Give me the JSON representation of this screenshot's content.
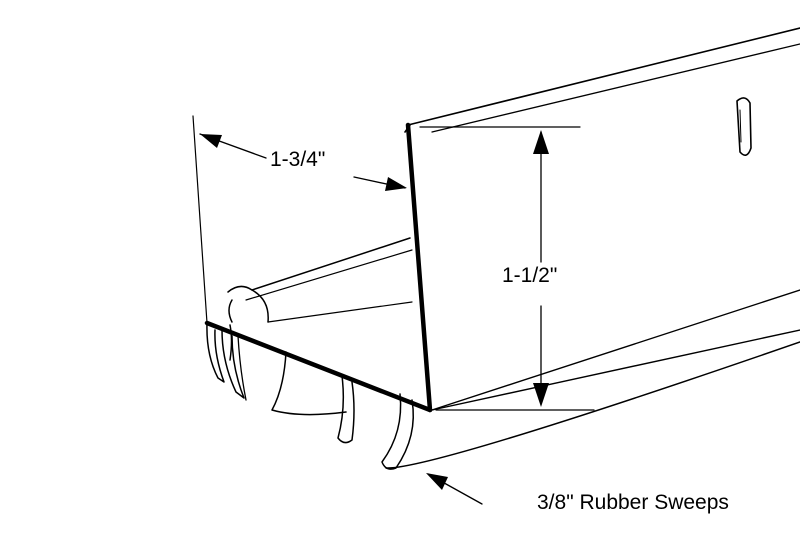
{
  "labels": {
    "width": "1-3/4\"",
    "height": "1-1/2\"",
    "sweeps": "3/8\" Rubber Sweeps"
  },
  "colors": {
    "ink": "#000000",
    "background": "#ffffff"
  }
}
